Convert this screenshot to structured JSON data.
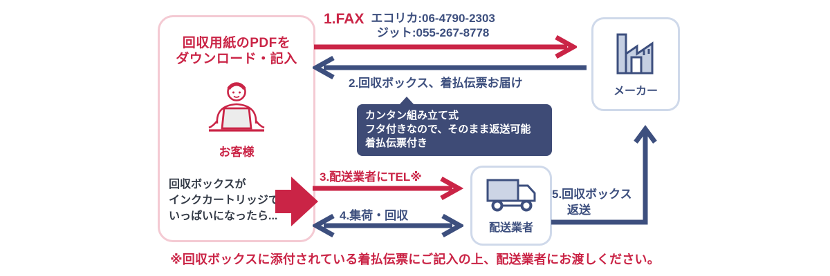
{
  "palette": {
    "red": "#ca2446",
    "navy": "#3d4f7e",
    "callout_bg": "#3e4b76",
    "dark_text": "#333a46",
    "pink_border": "#f4cad3",
    "blue_border": "#cfd9ea",
    "icon_fill": "#c5cfe2",
    "laptop_fill": "#ececec"
  },
  "customer": {
    "title": "回収用紙のPDFを\nダウンロード・記入",
    "label": "お客様",
    "note": "回収ボックスが\nインクカートリッジで\nいっぱいになったら...",
    "icon": "person-at-laptop-icon"
  },
  "steps": {
    "step1": {
      "label": "1.FAX",
      "phone_ecorica": "エコリカ:06-4790-2303",
      "phone_jit": "ジット:055-267-8778"
    },
    "step2": {
      "label": "2.回収ボックス、着払伝票お届け"
    },
    "step3": {
      "label": "3.配送業者にTEL※"
    },
    "step4": {
      "label": "4.集荷・回収"
    },
    "step5": {
      "label_line1": "5.回収ボックス",
      "label_line2": "返送"
    }
  },
  "callout": {
    "text": "カンタン組み立て式\nフタ付きなので、そのまま返送可能\n着払伝票付き"
  },
  "maker": {
    "label": "メーカー",
    "icon": "factory-icon"
  },
  "courier": {
    "label": "配送業者",
    "icon": "truck-icon"
  },
  "footnote": "※回収ボックスに添付されている着払伝票にご記入の上、配送業者にお渡しください。"
}
